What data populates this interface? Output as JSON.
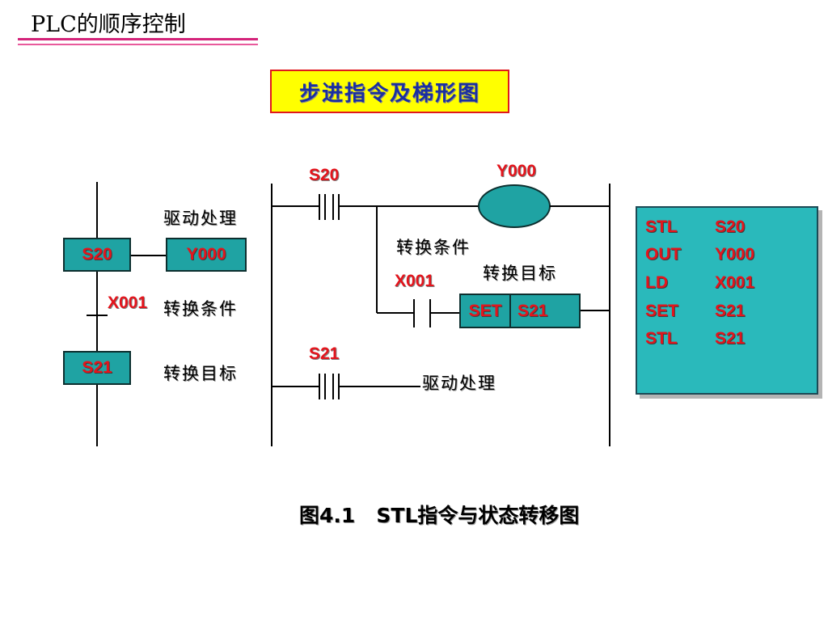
{
  "header": {
    "title": "PLC的顺序控制"
  },
  "diagram_title": "步进指令及梯形图",
  "sfc": {
    "step1": "S20",
    "action1": "Y000",
    "transition": "X001",
    "step2": "S21",
    "label_drive": "驱动处理",
    "label_transfer_cond": "转换条件",
    "label_transfer_target": "转换目标"
  },
  "ladder": {
    "contact1": "S20",
    "coil1": "Y000",
    "contact2": "X001",
    "set_instr": "SET",
    "set_target": "S21",
    "contact3": "S21",
    "label_transfer_cond": "转换条件",
    "label_transfer_target": "转换目标",
    "label_drive": "驱动处理"
  },
  "code": [
    {
      "op": "STL",
      "arg": "S20"
    },
    {
      "op": "OUT",
      "arg": "Y000"
    },
    {
      "op": "LD",
      "arg": "X001"
    },
    {
      "op": "SET",
      "arg": "S21"
    },
    {
      "op": "STL",
      "arg": "S21"
    }
  ],
  "caption": "图4.1   STL指令与状态转移图",
  "colors": {
    "teal": "#1fa3a3",
    "red": "#e4141c",
    "yellow": "#ffff00",
    "navy": "#1a2fa0",
    "pink": "#d4237a"
  }
}
